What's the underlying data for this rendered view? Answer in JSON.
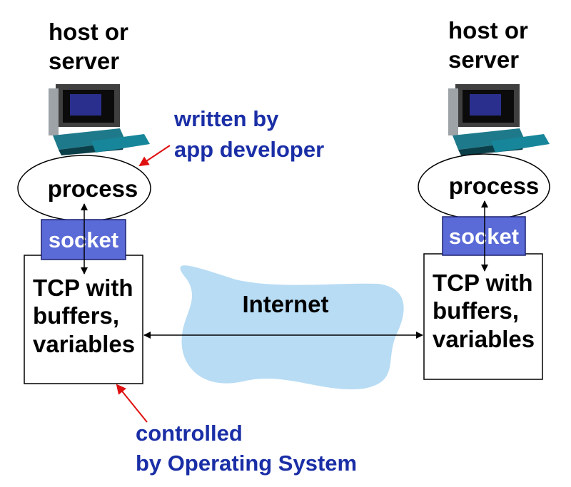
{
  "left_host": {
    "title_line1": "host or",
    "title_line2": "server",
    "process_label": "process",
    "socket_label": "socket",
    "tcp_line1": "TCP with",
    "tcp_line2": "buffers,",
    "tcp_line3": "variables"
  },
  "right_host": {
    "title_line1": "host or",
    "title_line2": "server",
    "process_label": "process",
    "socket_label": "socket",
    "tcp_line1": "TCP with",
    "tcp_line2": "buffers,",
    "tcp_line3": "variables"
  },
  "network": {
    "label": "Internet"
  },
  "annotations": {
    "app_dev_line1": "written by",
    "app_dev_line2": "app developer",
    "os_line1": "controlled",
    "os_line2": "by Operating System"
  },
  "colors": {
    "annotation_text": "#1a2ea6",
    "socket_fill": "#5a6ad6",
    "cloud_fill": "#b8dcf4",
    "annotation_arrow": "#e01010"
  }
}
